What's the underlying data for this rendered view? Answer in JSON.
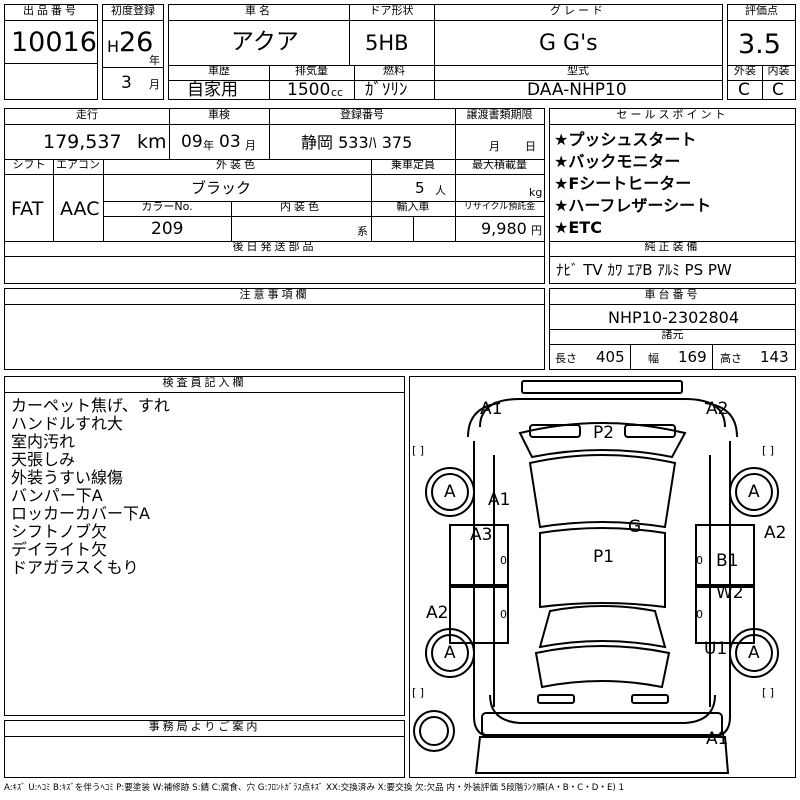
{
  "lot": {
    "label": "出品番号",
    "value": "10016"
  },
  "first_reg": {
    "label": "初度登録",
    "era": "H",
    "year": "26",
    "year_unit": "年",
    "month": "3",
    "month_unit": "月"
  },
  "car_name": {
    "label": "車名",
    "value": "アクア"
  },
  "door": {
    "label": "ドア形状",
    "value": "5HB"
  },
  "grade": {
    "label": "グレード",
    "value": "G G's"
  },
  "score": {
    "label": "評価点",
    "value": "3.5"
  },
  "ext": {
    "label": "外装",
    "value": "C"
  },
  "int": {
    "label": "内装",
    "value": "C"
  },
  "history": {
    "label": "車歴",
    "value": "自家用"
  },
  "displacement": {
    "label": "排気量",
    "value": "1500",
    "unit": "cc"
  },
  "fuel": {
    "label": "燃料",
    "value": "ｶﾞｿﾘﾝ"
  },
  "model_code": {
    "label": "型式",
    "value": "DAA-NHP10"
  },
  "mileage": {
    "label": "走行",
    "value": "179,537",
    "unit": "km"
  },
  "inspection": {
    "label": "車検",
    "year": "09",
    "year_unit": "年",
    "month": "03",
    "month_unit": "月"
  },
  "plate": {
    "label": "登録番号",
    "value": "静岡 533ﾊ 375"
  },
  "transfer_deadline": {
    "label": "譲渡書類期限",
    "month_unit": "月",
    "day_unit": "日"
  },
  "sales_points": {
    "label": "セールスポイント",
    "items": [
      "★プッシュスタート",
      "★バックモニター",
      "★Fシートヒーター",
      "★ハーフレザーシート",
      "★ETC"
    ]
  },
  "shift": {
    "label": "シフト",
    "value": "FAT"
  },
  "aircon": {
    "label": "エアコン",
    "value": "AAC"
  },
  "exterior_color": {
    "label": "外装色",
    "value": "ブラック"
  },
  "capacity": {
    "label": "乗車定員",
    "value": "5",
    "unit": "人"
  },
  "max_load": {
    "label": "最大積載量",
    "unit": "kg"
  },
  "color_no": {
    "label": "カラーNo.",
    "value": "209"
  },
  "interior_color": {
    "label": "内装色",
    "unit": "系"
  },
  "import": {
    "label": "輸入車"
  },
  "recycle": {
    "label": "リサイクル預託金",
    "value": "9,980",
    "unit": "円"
  },
  "later_parts": {
    "label": "後日発送部品"
  },
  "equipment": {
    "label": "純正装備",
    "value": "ﾅﾋﾞ TV ｶﾜ ｴｱB ｱﾙﾐ PS PW"
  },
  "notes": {
    "label": "注意事項欄"
  },
  "chassis": {
    "label": "車台番号",
    "value": "NHP10-2302804"
  },
  "specs": {
    "label": "諸元",
    "length_label": "長さ",
    "length": "405",
    "width_label": "幅",
    "width": "169",
    "height_label": "高さ",
    "height": "143"
  },
  "inspector": {
    "label": "検査員記入欄",
    "items": [
      "カーペット焦げ、すれ",
      "ハンドルすれ大",
      "室内汚れ",
      "天張しみ",
      "外装うすい線傷",
      "バンパー下A",
      "ロッカーカバー下A",
      "シフトノブ欠",
      "デイライト欠",
      "ドアガラスくもり"
    ]
  },
  "office": {
    "label": "事務局よりご案内"
  },
  "diagram_marks": {
    "a1_tl": "A1",
    "a2_tr": "A2",
    "p2": "P2",
    "a_fl": "A",
    "a_fr": "A",
    "a1_mid": "A1",
    "g": "G",
    "a2_right": "A2",
    "a3": "A3",
    "zero_l1": "0",
    "p1": "P1",
    "zero_r1": "0",
    "b1": "B1",
    "w2": "W2",
    "a2_left": "A2",
    "zero_l2": "0",
    "zero_r2": "0",
    "a_rl": "A",
    "u1": "U1",
    "a_rr": "A",
    "a1_bottom": "A1",
    "bracket_l1": "[ ]",
    "bracket_r1": "[ ]",
    "bracket_l2": "[ ]",
    "bracket_r2": "[ ]"
  },
  "legend": "A:ｷｽﾞ U:ﾍｺﾐ B:ｷｽﾞを伴うﾍｺﾐ P:要塗装 W:補修跡 S:錆 C:腐食、穴 G:ﾌﾛﾝﾄｶﾞﾗｽ点ｷｽﾞ XX:交換済み X:要交換 欠:欠品 内・外装評価 5段階ﾗﾝｸ順(A・B・C・D・E) 1"
}
